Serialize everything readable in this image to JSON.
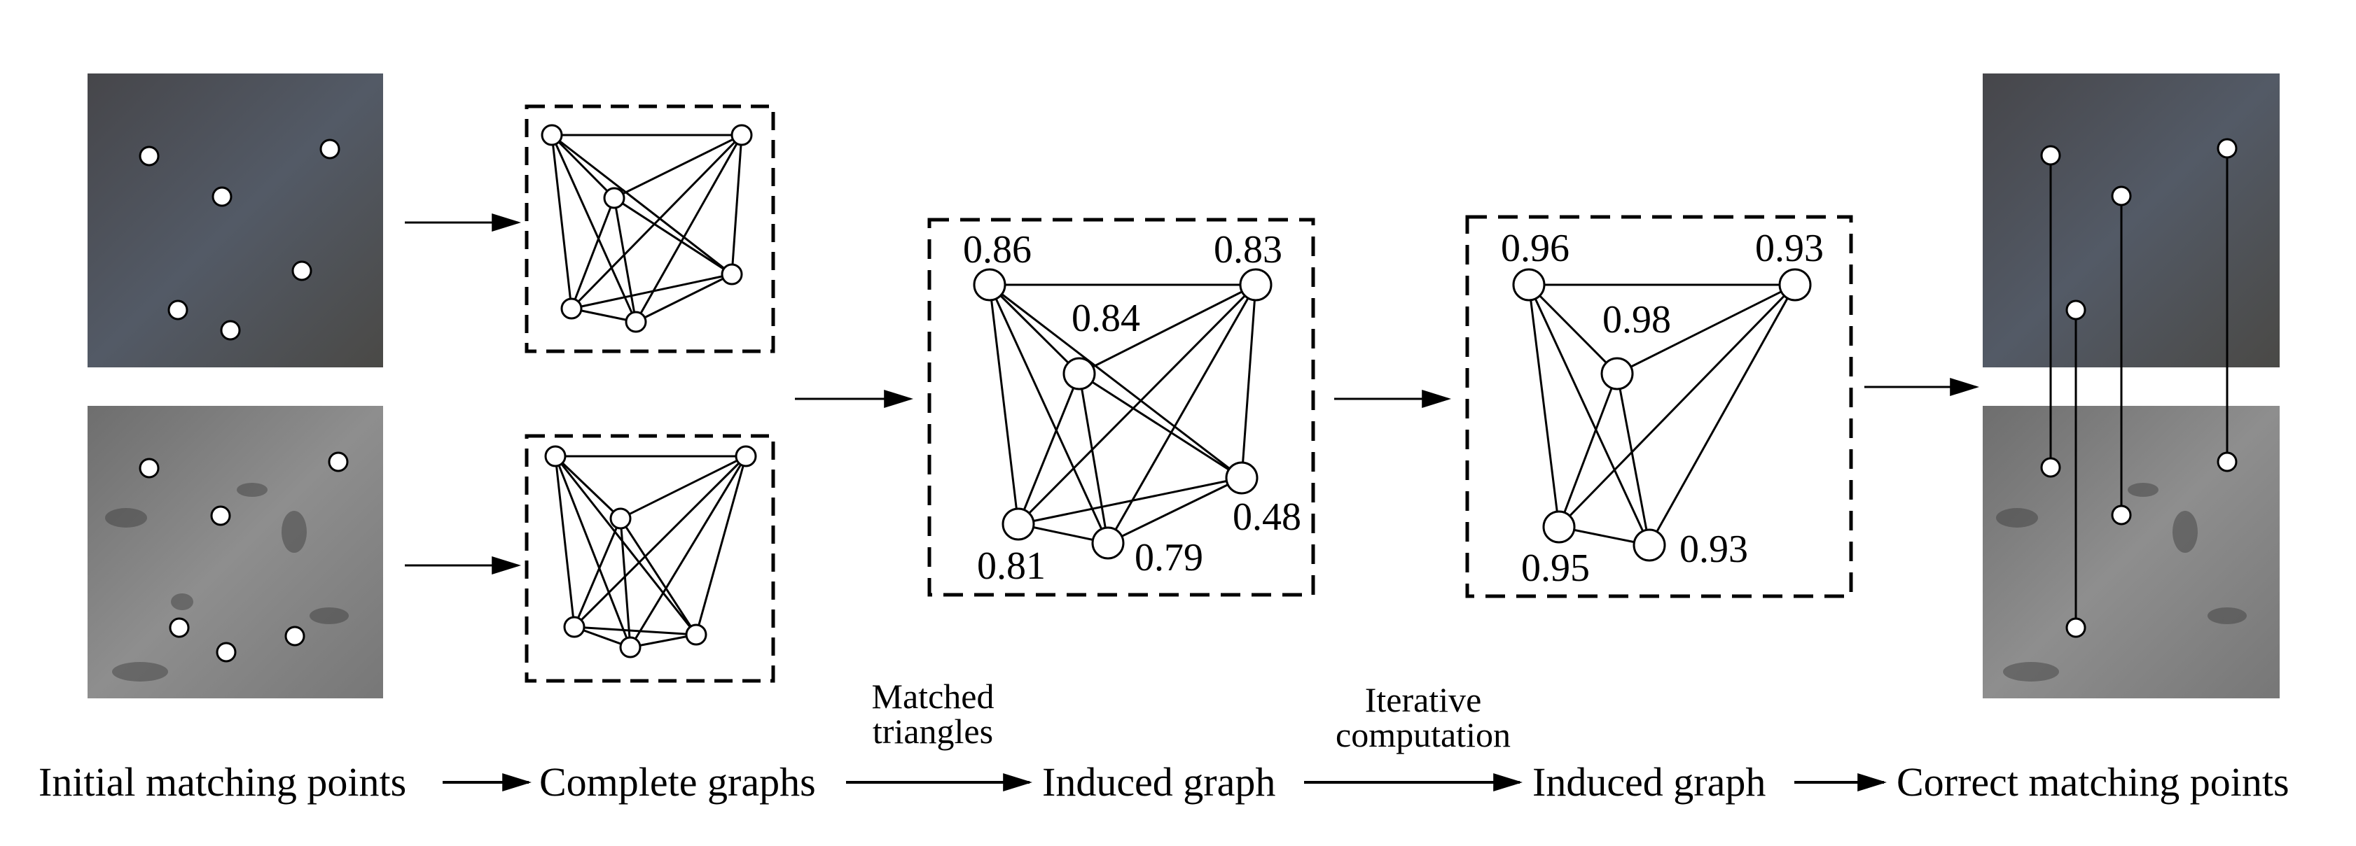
{
  "pipeline": {
    "steps": [
      "Initial matching points",
      "Complete graphs",
      "Induced graph",
      "Induced graph",
      "Correct matching points"
    ],
    "transitions": [
      {
        "line1": "",
        "line2": ""
      },
      {
        "line1": "Matched",
        "line2": "triangles"
      },
      {
        "line1": "Iterative",
        "line2": "computation"
      },
      {
        "line1": "",
        "line2": ""
      }
    ]
  },
  "induced_graph_1": {
    "weights": [
      "0.86",
      "0.83",
      "0.84",
      "0.48",
      "0.81",
      "0.79"
    ]
  },
  "induced_graph_2": {
    "weights": [
      "0.96",
      "0.93",
      "0.98",
      "0.95",
      "0.93"
    ]
  },
  "colors": {
    "top_image": "#4f5257",
    "bottom_image": "#7e7e7e",
    "line": "#000000",
    "node_fill": "#ffffff"
  }
}
